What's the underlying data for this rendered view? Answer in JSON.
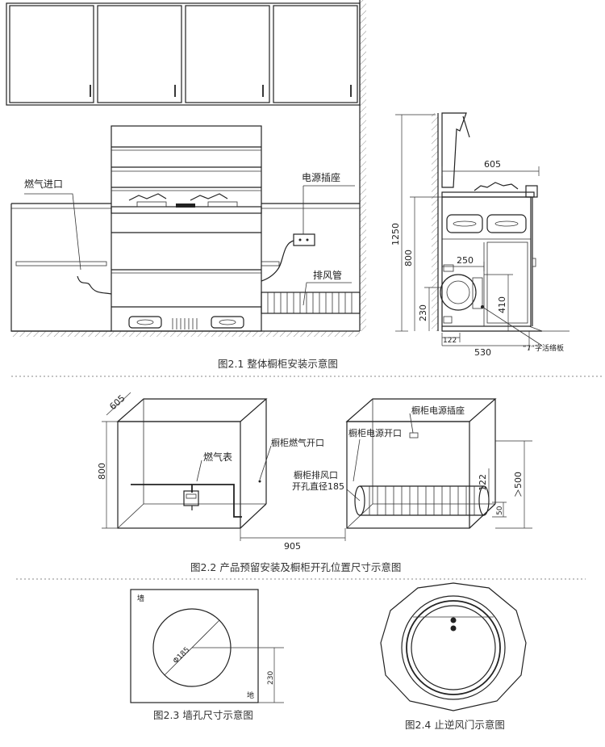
{
  "figure1": {
    "caption": "图2.1  整体橱柜安装示意图",
    "label_gas_inlet": "燃气进口",
    "label_power_socket": "电源插座",
    "label_exhaust_pipe": "排风管",
    "label_7_board": "“7”字活络板",
    "dim_605": "605",
    "dim_250": "250",
    "dim_1250": "1250",
    "dim_800": "800",
    "dim_410": "410",
    "dim_230": "230",
    "dim_122": "122",
    "dim_530": "530"
  },
  "figure2": {
    "caption": "图2.2  产品预留安装及橱柜开孔位置尺寸示意图",
    "dim_605": "605",
    "dim_800": "800",
    "label_gas_meter": "燃气表",
    "label_gas_opening": "橱柜燃气开口",
    "label_exhaust_opening_1": "橱柜排风口",
    "label_exhaust_opening_2": "开孔直径185",
    "dim_905": "905",
    "label_power_opening": "橱柜电源开口",
    "label_power_socket": "橱柜电源插座",
    "dim_122": "122",
    "dim_500": "＞500",
    "dim_50": "50"
  },
  "figure3": {
    "caption": "图2.3  墙孔尺寸示意图",
    "label_wall": "墙",
    "label_floor": "地",
    "dim_diameter": "Φ185",
    "dim_230": "230"
  },
  "figure4": {
    "caption": "图2.4  止逆风门示意图"
  }
}
